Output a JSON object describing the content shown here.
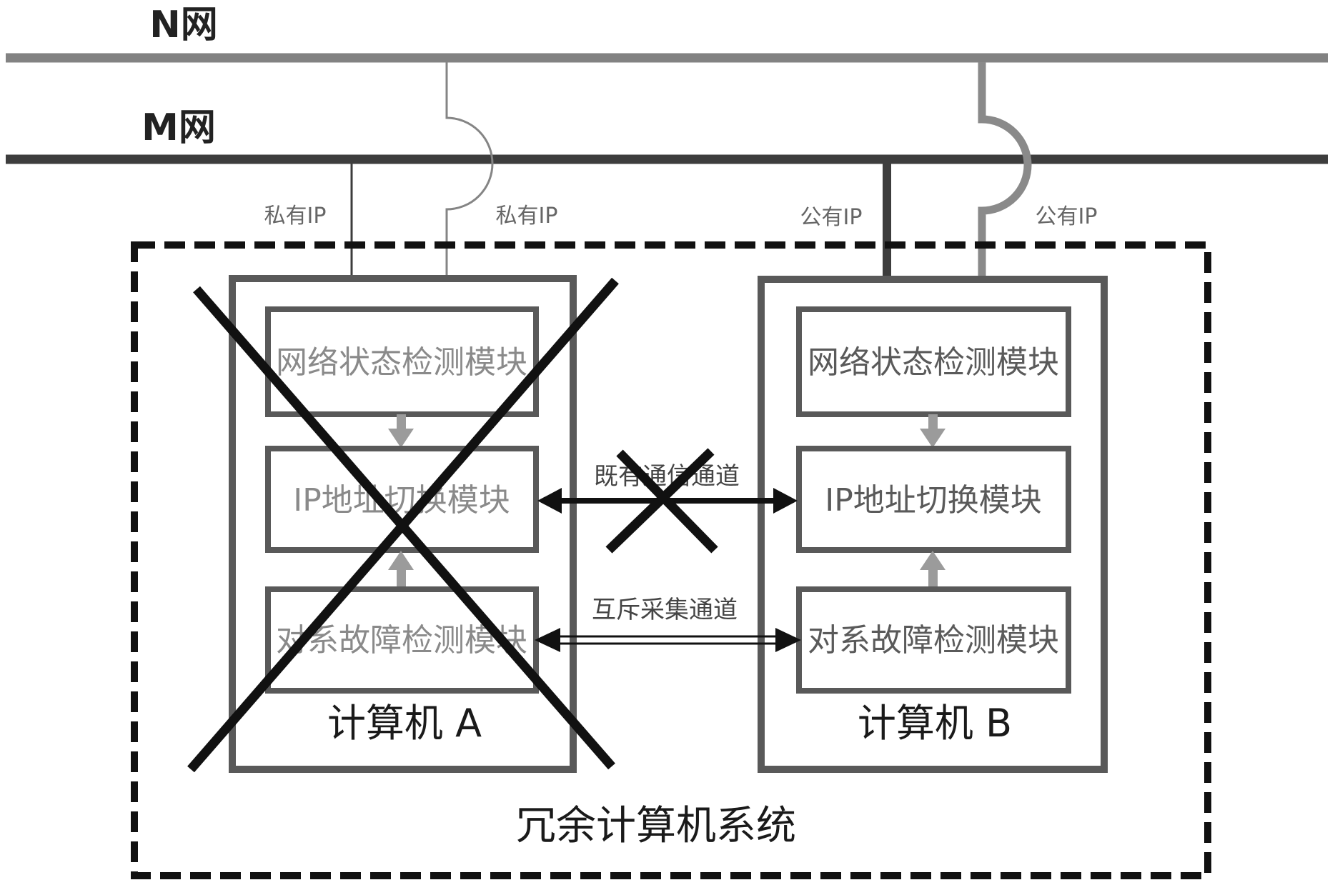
{
  "figure": {
    "type": "patent-style block diagram",
    "description": "Redundant computer system with two computers attached to two networks; computer A and the existing communication channel are crossed out"
  },
  "colors": {
    "network_n_line": "#828282",
    "network_m_line": "#3d3d3d",
    "box_border": "#595959",
    "flow_arrow_gray": "#9b9b9b",
    "cross_and_arrows_black": "#111111",
    "background": "#ffffff"
  },
  "networks": {
    "n": {
      "label": "N网"
    },
    "m": {
      "label": "M网"
    }
  },
  "ip_links": {
    "a_private_m": {
      "label": "私有IP"
    },
    "a_private_n": {
      "label": "私有IP"
    },
    "b_public_m": {
      "label": "公有IP"
    },
    "b_public_n": {
      "label": "公有IP"
    }
  },
  "system": {
    "label": "冗余计算机系统"
  },
  "computers": {
    "a": {
      "title": "计算机 A",
      "crossed_out": true,
      "modules": {
        "network_status": "网络状态检测模块",
        "ip_switch": "IP地址切换模块",
        "peer_fault": "对系故障检测模块"
      }
    },
    "b": {
      "title": "计算机 B",
      "crossed_out": false,
      "modules": {
        "network_status": "网络状态检测模块",
        "ip_switch": "IP地址切换模块",
        "peer_fault": "对系故障检测模块"
      }
    }
  },
  "channels": {
    "comm": {
      "label": "既有通信通道",
      "crossed_out": true
    },
    "mutex": {
      "label": "互斥采集通道",
      "crossed_out": false
    }
  }
}
